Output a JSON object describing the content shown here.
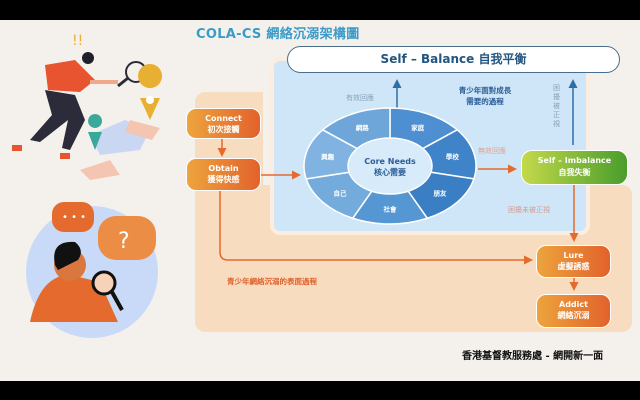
{
  "title": "COLA-CS 網絡沉溺架構圖",
  "self_balance": "Self – Balance 自我平衡",
  "nodes": {
    "connect": {
      "en": "Connect",
      "zh": "初次接觸"
    },
    "obtain": {
      "en": "Obtain",
      "zh": "獲得快感"
    },
    "self_imbalance": {
      "en": "Self – Imbalance",
      "zh": "自我失衡"
    },
    "lure": {
      "en": "Lure",
      "zh": "虛擬誘惑"
    },
    "addict": {
      "en": "Addict",
      "zh": "網絡沉溺"
    }
  },
  "core_needs": {
    "en": "Core Needs",
    "zh": "核心需要",
    "segments": [
      "家庭",
      "學校",
      "朋友",
      "社會",
      "自己",
      "興趣",
      "網路"
    ]
  },
  "labels": {
    "effective_response": "有效回應",
    "ineffective_response": "無效回應",
    "growth_process": [
      "青少年面對成長",
      "需要的過程"
    ],
    "distress_addressed": "困擾被正視",
    "distress_not_addressed": "困擾未被正視",
    "surface_process": "青少年網絡沉溺的表面過程"
  },
  "footer": "香港基督教服務處 - 網開新一面",
  "colors": {
    "orange": "#e46a2e",
    "blue": "#2f6fa8",
    "green": "#5aa832"
  }
}
